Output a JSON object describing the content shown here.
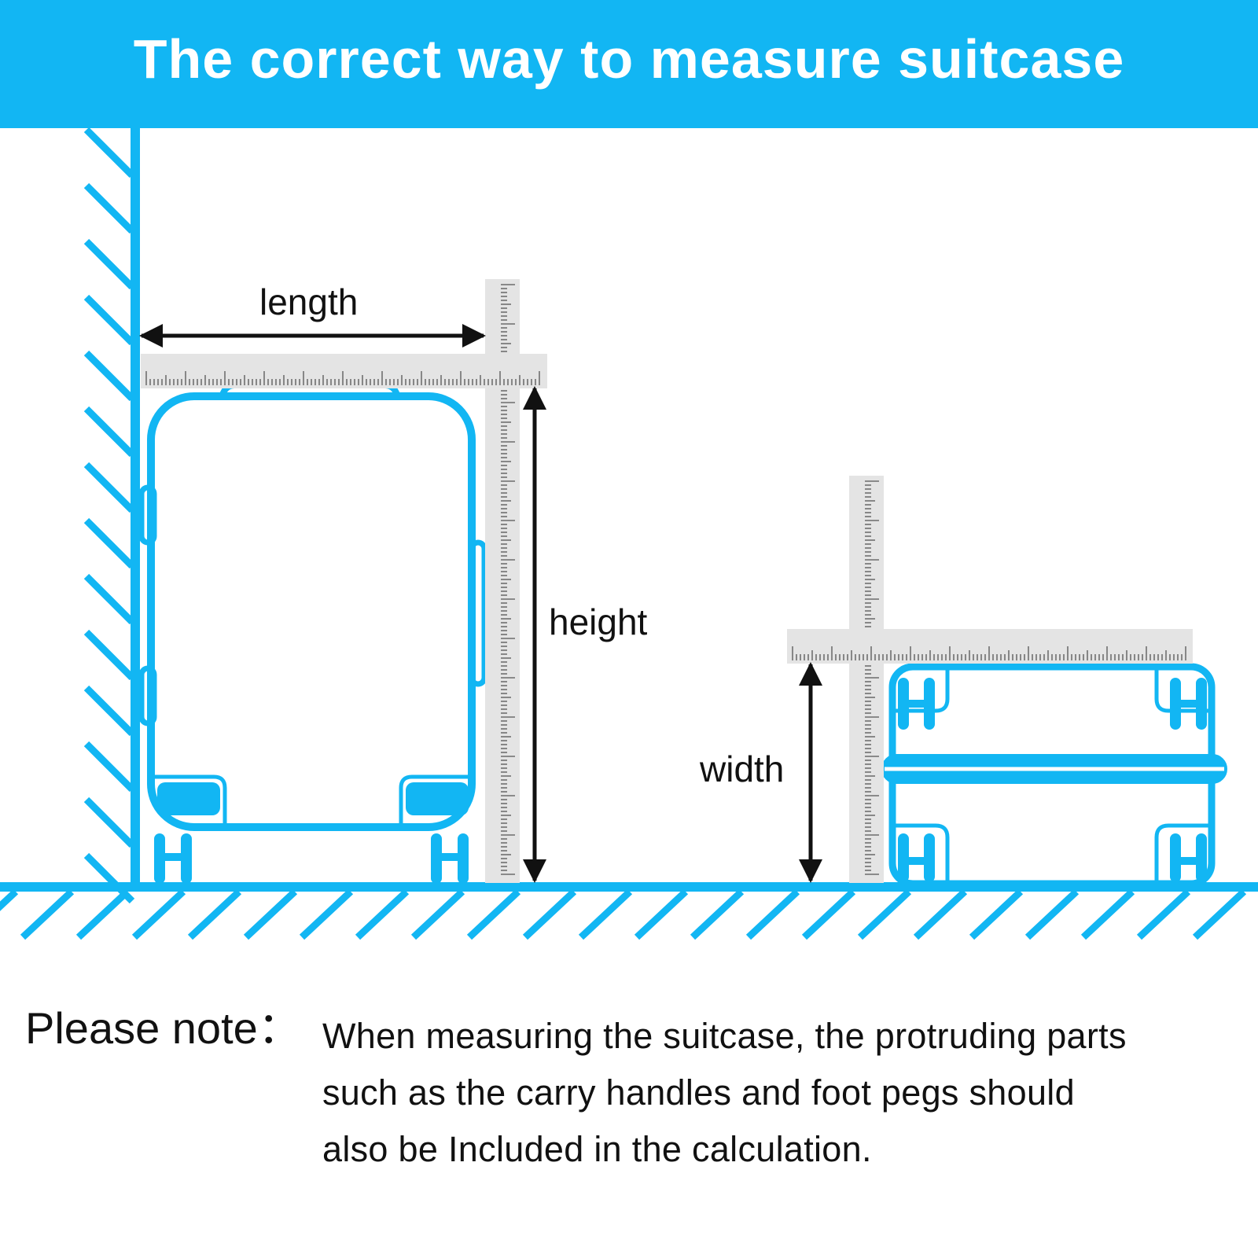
{
  "header": {
    "title": "The correct way to measure suitcase"
  },
  "colors": {
    "accent": "#12b6f3",
    "ruler": "#e4e4e4",
    "text": "#111111",
    "background": "#ffffff"
  },
  "dimensions": {
    "length": "length",
    "height": "height",
    "width": "width"
  },
  "note": {
    "title": "Please note：",
    "lines": [
      "When measuring the suitcase, the protruding parts",
      "such as the carry handles and foot pegs should",
      "also be Included in the calculation."
    ]
  }
}
